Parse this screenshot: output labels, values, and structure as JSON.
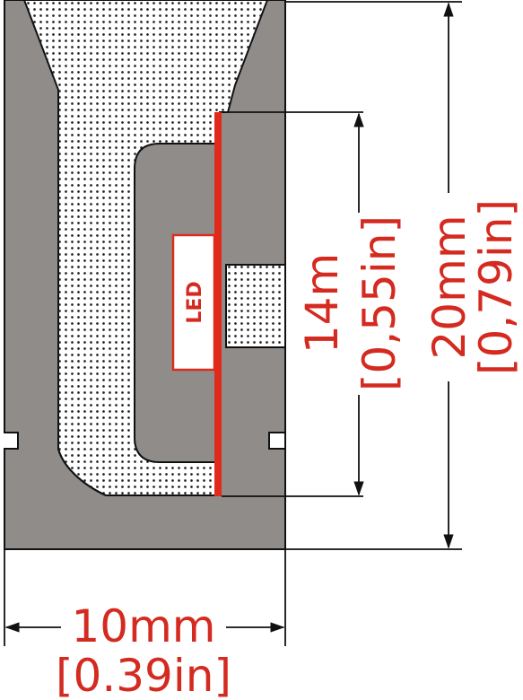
{
  "led_label": "LED",
  "height_total": {
    "value": "20mm",
    "inches": "[0,79in]"
  },
  "height_led": {
    "value": "14m",
    "inches": "[0,55in]"
  },
  "width": {
    "value": "10mm",
    "inches": "[0.39in]"
  },
  "colors": {
    "profile": "#8f8c8a",
    "profile_edge": "#111111",
    "diffuser": "#ffffff",
    "led_strip": "#e02a1b",
    "dimension_text": "#d42a20",
    "lines": "#111111"
  }
}
